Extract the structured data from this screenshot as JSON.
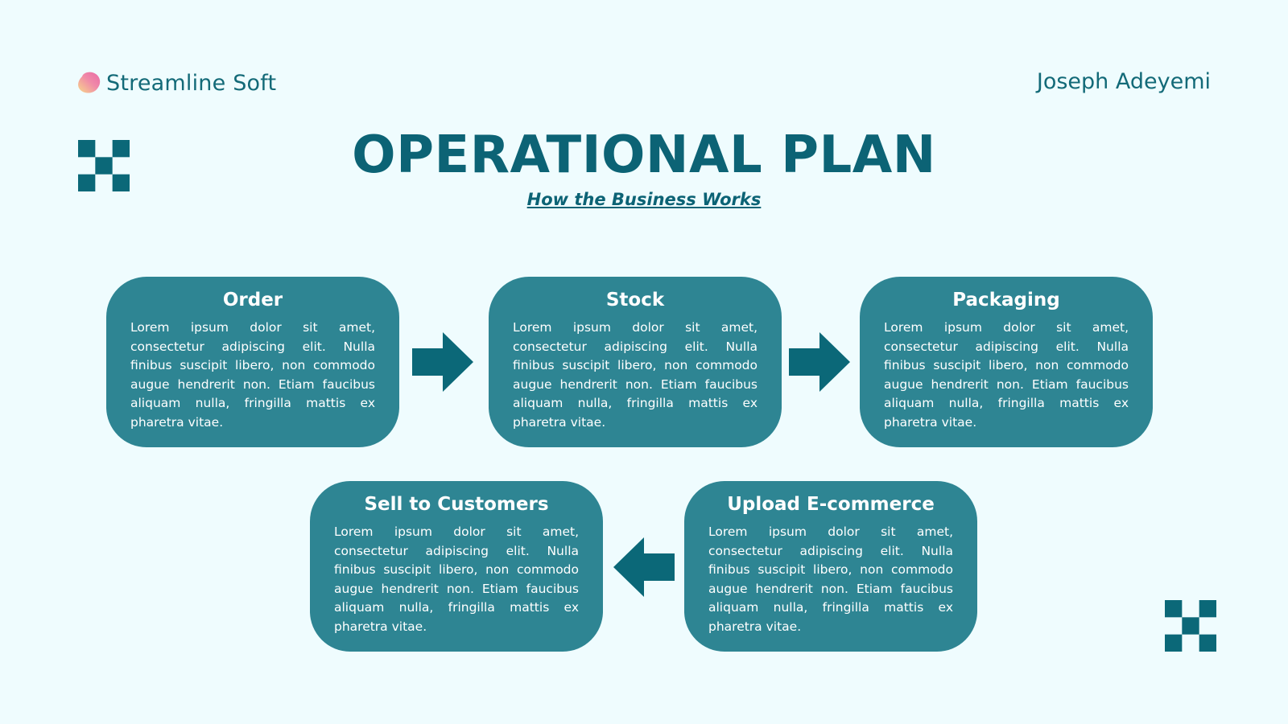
{
  "header": {
    "brand_name": "Streamline Soft",
    "author": "Joseph Adeyemi"
  },
  "title": "OPERATIONAL PLAN",
  "subtitle": "How the Business Works",
  "colors": {
    "background": "#effcfe",
    "card": "#2e8593",
    "arrow": "#0b6878",
    "accent_dark": "#0c6375",
    "logo_gradient": [
      "#f7d88a",
      "#f08aa8",
      "#e96aa6"
    ]
  },
  "steps": [
    {
      "title": "Order",
      "body": "Lorem ipsum dolor sit amet, consectetur adipiscing elit. Nulla finibus suscipit libero, non commodo augue hendrerit non. Etiam faucibus aliquam nulla, fringilla mattis ex pharetra vitae."
    },
    {
      "title": "Stock",
      "body": "Lorem ipsum dolor sit amet, consectetur adipiscing elit. Nulla finibus suscipit libero, non commodo augue hendrerit non. Etiam faucibus aliquam nulla, fringilla mattis ex pharetra vitae."
    },
    {
      "title": "Packaging",
      "body": "Lorem ipsum dolor sit amet, consectetur adipiscing elit. Nulla finibus suscipit libero, non commodo augue hendrerit non. Etiam faucibus aliquam nulla, fringilla mattis ex pharetra vitae."
    },
    {
      "title": "Sell to Customers",
      "body": "Lorem ipsum dolor sit amet, consectetur adipiscing elit. Nulla finibus suscipit libero, non commodo augue hendrerit non. Etiam faucibus aliquam nulla, fringilla mattis ex pharetra vitae."
    },
    {
      "title": "Upload E-commerce",
      "body": "Lorem ipsum dolor sit amet, consectetur adipiscing elit. Nulla finibus suscipit libero, non commodo augue hendrerit non. Etiam faucibus aliquam nulla, fringilla mattis ex pharetra vitae."
    }
  ],
  "icons": {
    "brand_logo": "blob-logo-icon",
    "arrow_right": "arrow-right-icon",
    "arrow_left": "arrow-left-icon",
    "decor": "checkerboard-icon"
  }
}
